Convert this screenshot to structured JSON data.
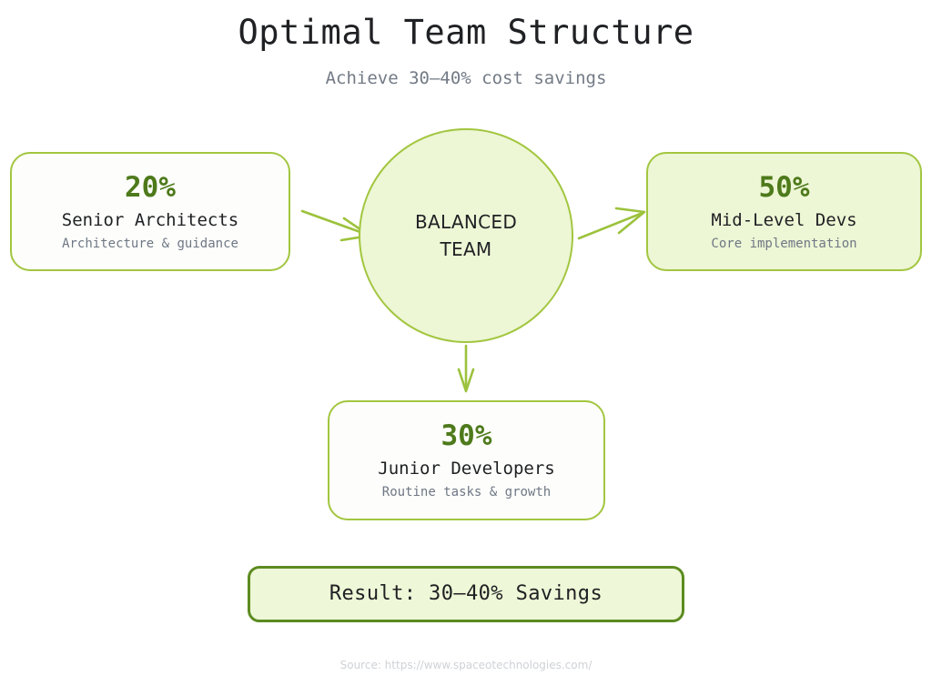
{
  "header": {
    "title": "Optimal Team Structure",
    "subtitle": "Achieve 30–40% cost savings"
  },
  "hub": {
    "line1": "BALANCED",
    "line2": "TEAM"
  },
  "cards": [
    {
      "id": "senior",
      "percent": "20%",
      "role": "Senior Architects",
      "description": "Architecture & guidance"
    },
    {
      "id": "mid",
      "percent": "50%",
      "role": "Mid-Level Devs",
      "description": "Core implementation"
    },
    {
      "id": "junior",
      "percent": "30%",
      "role": "Junior Developers",
      "description": "Routine tasks & growth"
    }
  ],
  "result": {
    "label": "Result: 30–40% Savings"
  },
  "footer": {
    "source": "Source: https://www.spaceotechnologies.com/"
  },
  "colors": {
    "accent_border": "#a2c63f",
    "accent_fill": "#edf6d5",
    "percent_text": "#4e7a1b",
    "result_border": "#5c8b20",
    "arrow": "#9cc23c",
    "subtitle_text": "#737b86",
    "description_text": "#6f7785",
    "source_text": "#cfd2d6",
    "card_white": "#fdfefb",
    "page_background": "#ffffff"
  },
  "chart_data": {
    "type": "pie",
    "title": "Optimal Team Structure",
    "subtitle": "Achieve 30–40% cost savings",
    "categories": [
      "Senior Architects",
      "Mid-Level Devs",
      "Junior Developers"
    ],
    "values": [
      20,
      50,
      30
    ],
    "unit": "%",
    "annotations": [
      "Architecture & guidance",
      "Core implementation",
      "Routine tasks & growth",
      "BALANCED TEAM",
      "Result: 30–40% Savings"
    ]
  }
}
